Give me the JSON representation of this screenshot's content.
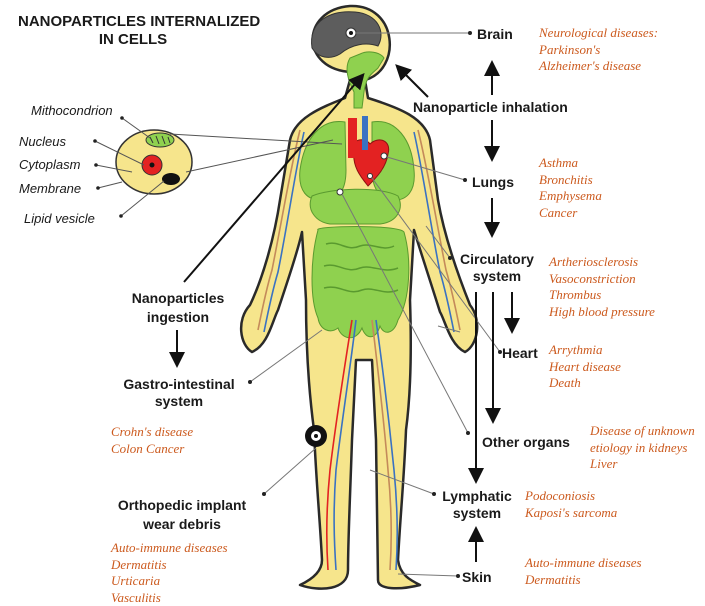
{
  "title": [
    "NANOPARTICLES INTERNALIZED",
    "IN CELLS"
  ],
  "cell": {
    "mitochondrion": "Mithocondrion",
    "nucleus": "Nucleus",
    "cytoplasm": "Cytoplasm",
    "membrane": "Membrane",
    "lipid_vesicle": "Lipid vesicle"
  },
  "routes": {
    "inhalation": "Nanoparticle inhalation",
    "ingestion": [
      "Nanoparticles",
      "ingestion"
    ],
    "implant": [
      "Orthopedic implant",
      "wear debris"
    ]
  },
  "organs": {
    "brain": "Brain",
    "lungs": "Lungs",
    "circulatory": [
      "Circulatory",
      "system"
    ],
    "heart": "Heart",
    "other_organs": "Other organs",
    "lymphatic": [
      "Lymphatic",
      "system"
    ],
    "skin": "Skin",
    "gastro": [
      "Gastro-intestinal",
      "system"
    ]
  },
  "diseases": {
    "brain": [
      "Neurological diseases:",
      "Parkinson's",
      "Alzheimer's disease"
    ],
    "lungs": [
      "Asthma",
      "Bronchitis",
      "Emphysema",
      "Cancer"
    ],
    "circulatory": [
      "Artheriosclerosis",
      "Vasoconstriction",
      "Thrombus",
      "High blood pressure"
    ],
    "heart": [
      "Arrythmia",
      "Heart disease",
      "Death"
    ],
    "other_organs": [
      "Disease of unknown",
      "etiology in kidneys",
      "Liver"
    ],
    "lymphatic": [
      "Podoconiosis",
      "Kaposi's sarcoma"
    ],
    "skin": [
      "Auto-immune diseases",
      "Dermatitis"
    ],
    "gastro": [
      "Crohn's disease",
      "Colon Cancer"
    ],
    "implant": [
      "Auto-immune diseases",
      "Dermatitis",
      "Urticaria",
      "Vasculitis"
    ]
  },
  "colors": {
    "disease_text": "#cc5a1e",
    "body_fill": "#f6e58c",
    "body_outline": "#2a2a2a",
    "organ_green": "#8fd14f",
    "heart_red": "#e32222",
    "brain_gray": "#5d5d5d"
  }
}
